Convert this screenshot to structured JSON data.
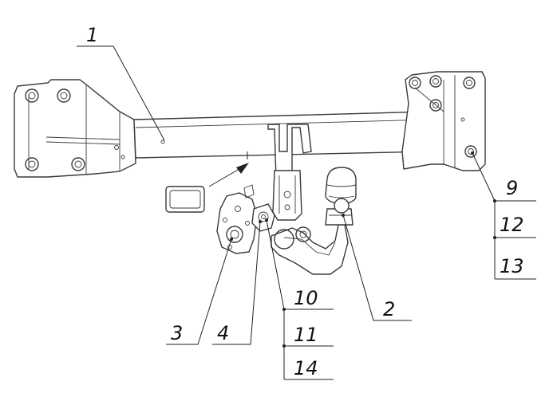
{
  "callouts": {
    "c1": "1",
    "c2": "2",
    "c3": "3",
    "c4": "4",
    "c9": "9",
    "c10": "10",
    "c11": "11",
    "c12": "12",
    "c13": "13",
    "c14": "14"
  },
  "colors": {
    "line": "#3a3a3a",
    "fill": "#ffffff",
    "label": "#111111"
  }
}
